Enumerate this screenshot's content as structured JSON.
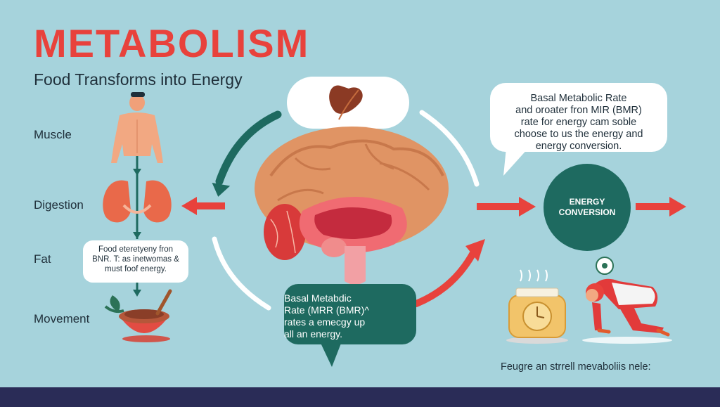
{
  "header": {
    "title": "METABOLISM",
    "subtitle": "Food Transforms into Energy"
  },
  "sidebar": {
    "labels": [
      "Muscle",
      "Digestion",
      "Fat",
      "Movement"
    ]
  },
  "bubbles": {
    "top_right": [
      "Basal Metabolic Rate",
      "and oroater fron MIR (BMR)",
      "rate for energy cam soble",
      "choose to us the energy and",
      "energy conversion."
    ],
    "left": [
      "Food eteretyeny fron",
      "BNR. T: as inetwomas &",
      "must foof energy."
    ],
    "bottom": [
      "Basal  Metabdic",
      "Rate (MRR (BMR)^",
      "rates a emecgy up",
      "all an energy."
    ]
  },
  "energy_circle": {
    "line1": "ENERGY",
    "line2": "CONVERSION"
  },
  "figure_caption": "Feugre an strrell mevaboliis nele:",
  "colors": {
    "background": "#a6d3dc",
    "accent_red": "#e8423c",
    "teal": "#1e6a60",
    "footer": "#2a2c57"
  }
}
